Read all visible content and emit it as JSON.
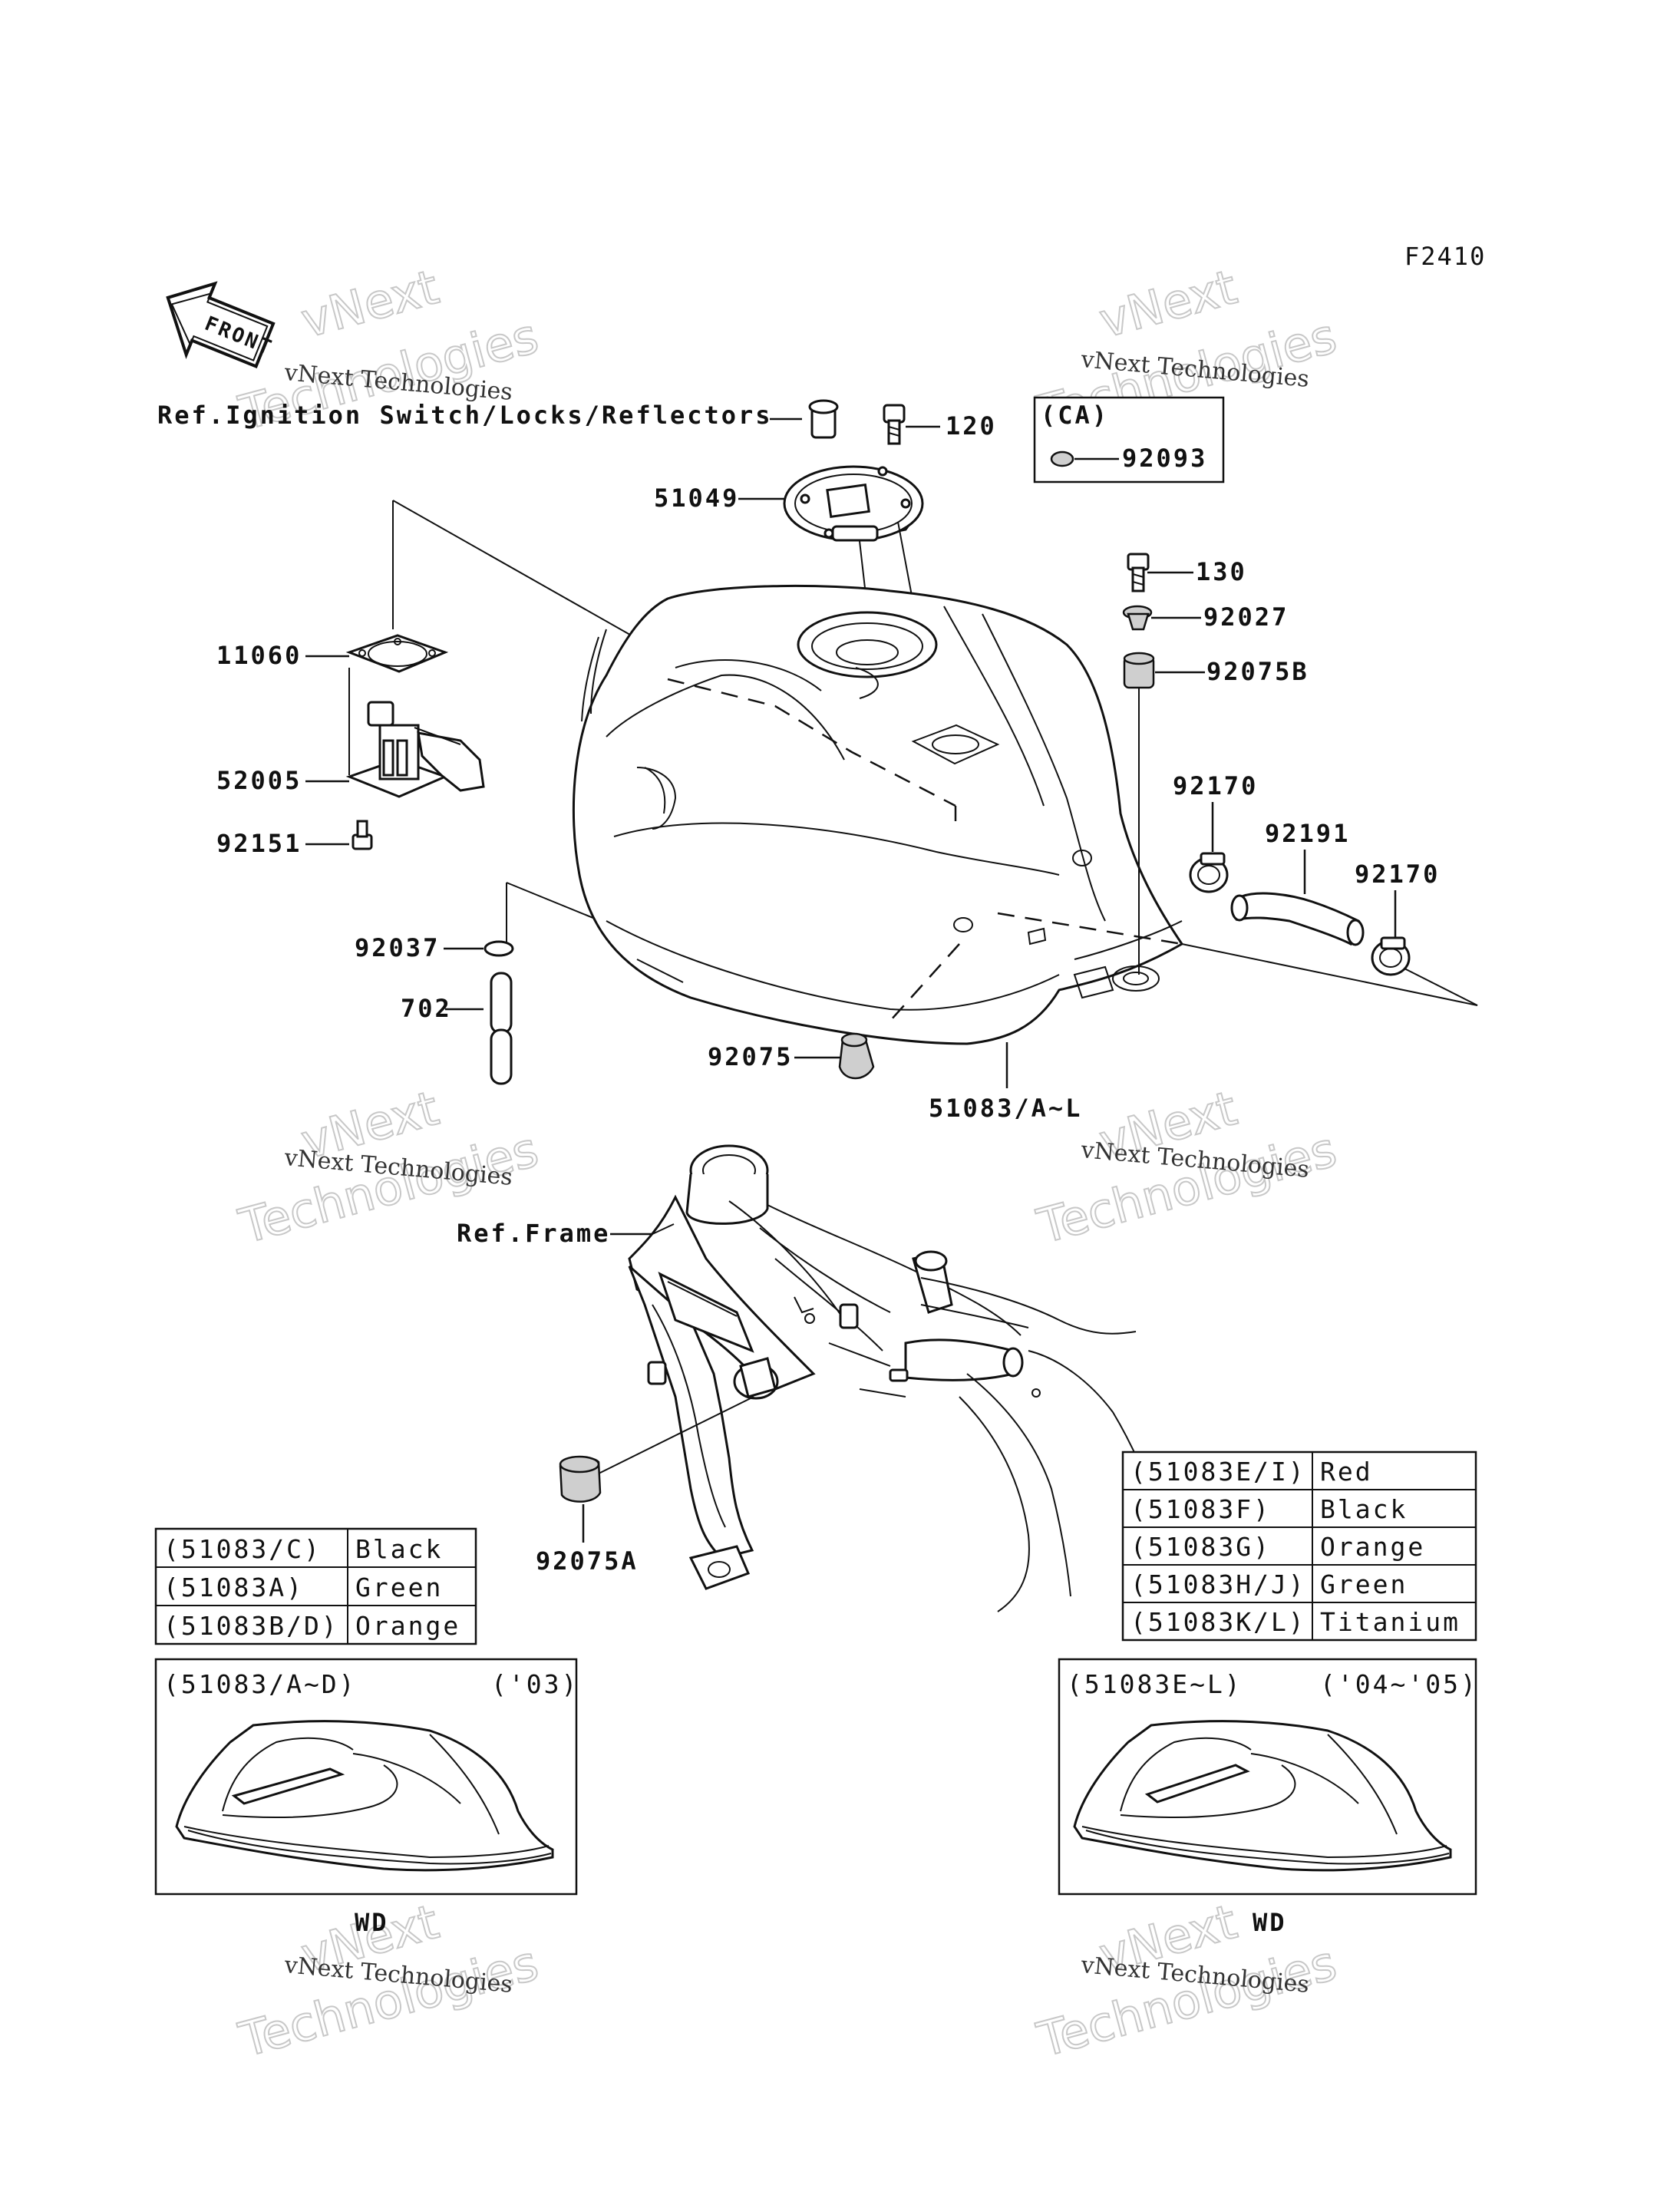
{
  "figure_code": "F2410",
  "front_label": "FRONT",
  "refs": {
    "ignition": "Ref.Ignition Switch/Locks/Reflectors",
    "frame": "Ref.Frame"
  },
  "ca_box": {
    "title": "(CA)",
    "part": "92093"
  },
  "parts": {
    "p120": "120",
    "p51049": "51049",
    "p11060": "11060",
    "p52005": "52005",
    "p92151": "92151",
    "p92037": "92037",
    "p702": "702",
    "p92075": "92075",
    "p51083": "51083/A~L",
    "p130": "130",
    "p92027": "92027",
    "p92075B": "92075B",
    "p92170a": "92170",
    "p92191": "92191",
    "p92170b": "92170",
    "p92075A": "92075A"
  },
  "color_table_left": [
    {
      "code": "(51083/C)",
      "color": "Black"
    },
    {
      "code": "(51083A)",
      "color": "Green"
    },
    {
      "code": "(51083B/D)",
      "color": "Orange"
    }
  ],
  "color_table_right": [
    {
      "code": "(51083E/I)",
      "color": "Red"
    },
    {
      "code": "(51083F)",
      "color": "Black"
    },
    {
      "code": "(51083G)",
      "color": "Orange"
    },
    {
      "code": "(51083H/J)",
      "color": "Green"
    },
    {
      "code": "(51083K/L)",
      "color": "Titanium"
    }
  ],
  "variant_left": {
    "code": "(51083/A~D)",
    "year": "('03)",
    "tag": "WD"
  },
  "variant_right": {
    "code": "(51083E~L)",
    "year": "('04~'05)",
    "tag": "WD"
  },
  "watermark": {
    "line1": "vNext Technologies",
    "line2": "vNext",
    "line3": "Technologies"
  }
}
